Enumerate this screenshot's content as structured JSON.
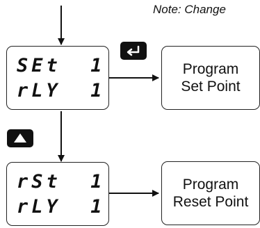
{
  "note": "Note: Change",
  "steps": [
    {
      "display_line1": "SEt  1",
      "display_line2": "rLY  1",
      "action_line1": "Program",
      "action_line2": "Set Point",
      "key_icon": "enter-key-icon"
    },
    {
      "display_line1": "rSt  1",
      "display_line2": "rLY  1",
      "action_line1": "Program",
      "action_line2": "Reset Point",
      "key_icon": "up-arrow-key-icon"
    }
  ],
  "colors": {
    "line": "#111111",
    "key_bg": "#111111",
    "key_glyph": "#ffffff"
  }
}
